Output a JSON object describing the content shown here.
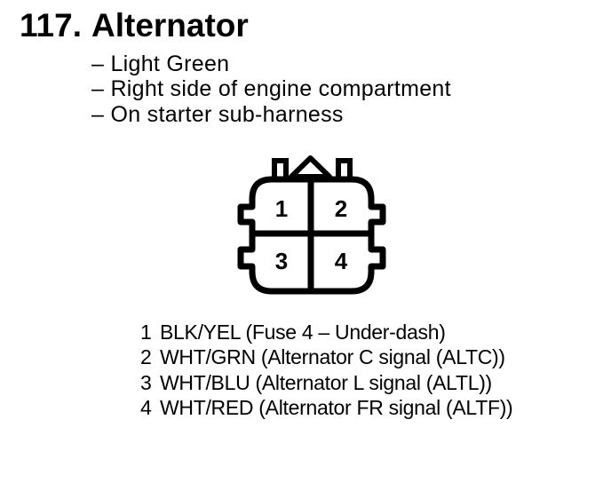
{
  "page": {
    "background_color": "#ffffff",
    "text_color": "#000000",
    "heading": {
      "number": "117.",
      "title": "Alternator"
    },
    "notes": [
      "– Light Green",
      "– Right side of engine compartment",
      "– On starter sub-harness"
    ],
    "connector": {
      "type": "4-cavity connector diagram",
      "outline_color": "#000000",
      "fill_color": "#ffffff",
      "cavities": [
        "1",
        "2",
        "3",
        "4"
      ]
    },
    "pins": [
      {
        "number": "1",
        "description": "BLK/YEL (Fuse 4 – Under-dash)"
      },
      {
        "number": "2",
        "description": "WHT/GRN (Alternator C signal (ALTC))"
      },
      {
        "number": "3",
        "description": "WHT/BLU (Alternator L signal (ALTL))"
      },
      {
        "number": "4",
        "description": "WHT/RED (Alternator FR signal (ALTF))"
      }
    ]
  }
}
